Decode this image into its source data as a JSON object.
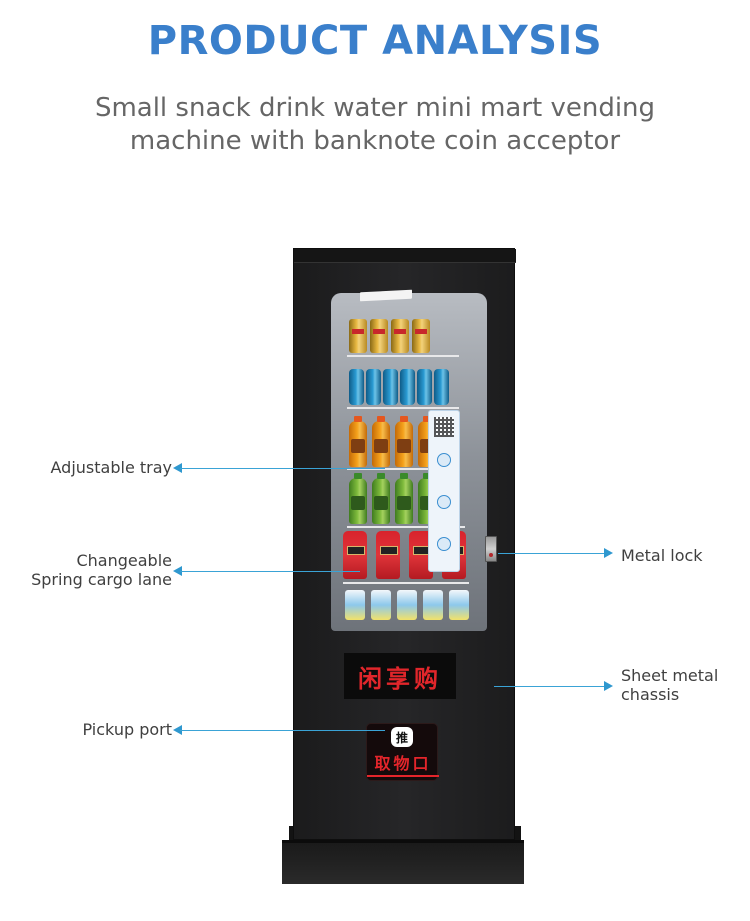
{
  "header": {
    "title": "PRODUCT ANALYSIS",
    "subtitle_line1": "Small snack drink water mini mart vending",
    "subtitle_line2": "machine with banknote coin acceptor"
  },
  "machine": {
    "led_sign_text": "闲享购",
    "pickup_push_label": "推",
    "pickup_port_label": "取物口"
  },
  "callouts": {
    "adjustable_tray": "Adjustable tray",
    "spring_lane_line1": "Changeable",
    "spring_lane_line2": "Spring cargo lane",
    "pickup_port": "Pickup port",
    "metal_lock": "Metal lock",
    "chassis_line1": "Sheet metal",
    "chassis_line2": "chassis"
  },
  "colors": {
    "title_blue": "#3a7fcb",
    "subtitle_gray": "#666666",
    "callout_line": "#3aa3d6",
    "led_red": "#e1262b"
  }
}
